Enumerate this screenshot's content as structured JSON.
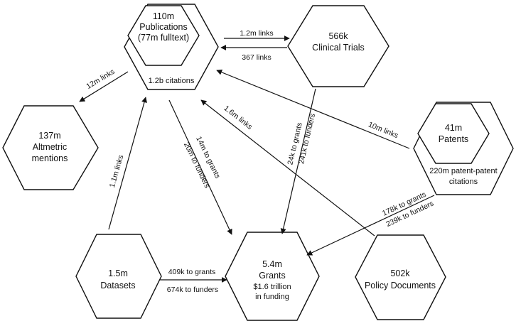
{
  "nodes": {
    "publications": {
      "count": "110m",
      "label": "Publications",
      "sub": "(77m fulltext)",
      "citations": "1.2b citations"
    },
    "clinical_trials": {
      "count": "566k",
      "label": "Clinical Trials"
    },
    "altmetric": {
      "count": "137m",
      "label": "Altmetric",
      "label2": "mentions"
    },
    "patents": {
      "count": "41m",
      "label": "Patents",
      "citations1": "220m patent-patent",
      "citations2": "citations"
    },
    "datasets": {
      "count": "1.5m",
      "label": "Datasets"
    },
    "grants": {
      "count": "5.4m",
      "label": "Grants",
      "sub1": "$1.6 trillion",
      "sub2": "in funding"
    },
    "policy": {
      "count": "502k",
      "label": "Policy Documents"
    }
  },
  "edges": {
    "pub_to_ct": "1.2m links",
    "ct_to_pub": "367 links",
    "pub_to_alt": "12m links",
    "pub_to_grants_a": "14m to grants",
    "pub_to_grants_b": "20m to funders",
    "policy_to_pub": "1.6m links",
    "ct_to_grants_a": "24k to grants",
    "ct_to_grants_b": "241k to funders",
    "patents_to_pub": "10m links",
    "datasets_to_pub": "1.1m links",
    "patents_to_grants_a": "178k to grants",
    "patents_to_grants_b": "239k to funders",
    "datasets_to_grants_a": "409k to grants",
    "datasets_to_grants_b": "674k to funders"
  }
}
